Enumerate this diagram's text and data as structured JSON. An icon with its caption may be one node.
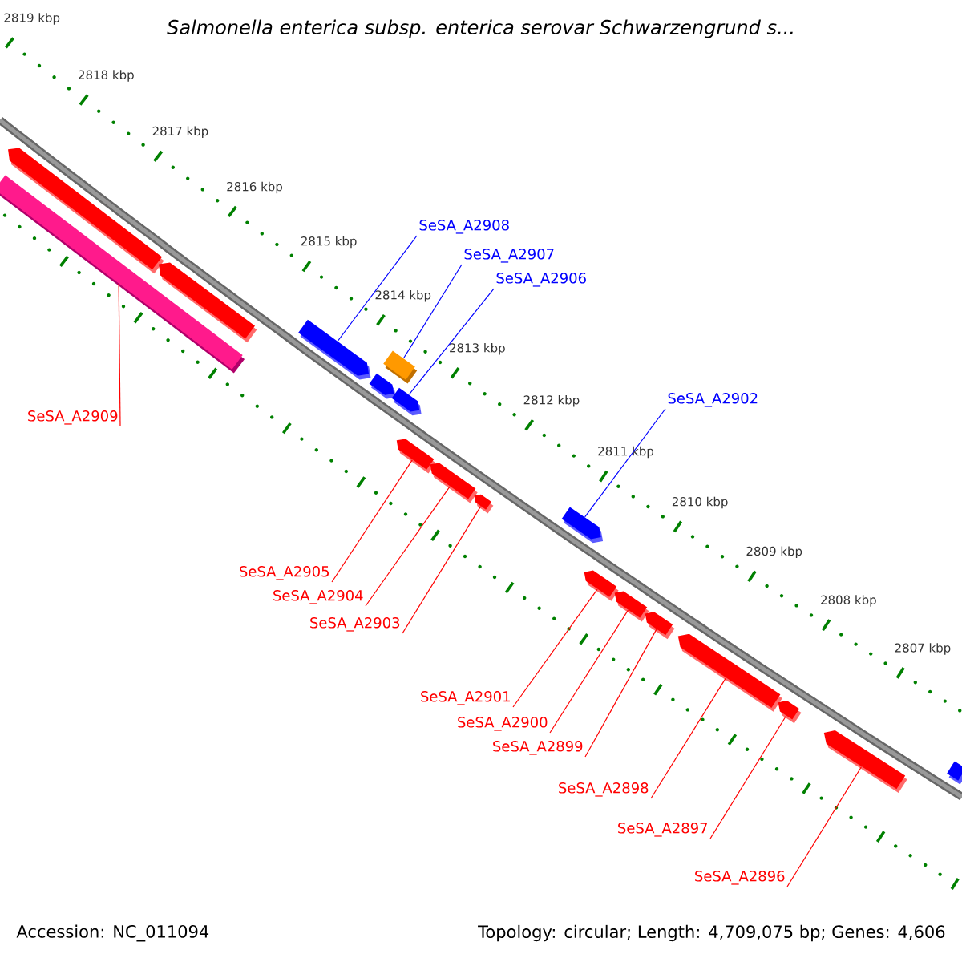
{
  "diagram": {
    "title": "Salmonella enterica subsp. enterica serovar Schwarzengrund s...",
    "nodes": [
      {
        "text": [
          "SeSA_A2908"
        ]
      },
      {
        "text": [
          "SeSA_A2907"
        ]
      },
      {
        "text": [
          "SeSA_A2906"
        ]
      },
      {
        "text": [
          "SeSA_A2902"
        ]
      },
      {
        "text": [
          "SeSA_A2909"
        ]
      },
      {
        "text": [
          "SeSA_A2905"
        ]
      },
      {
        "text": [
          "SeSA_A2904"
        ]
      },
      {
        "text": [
          "SeSA_A2903"
        ]
      },
      {
        "text": [
          "SeSA_A2901"
        ]
      },
      {
        "text": [
          "SeSA_A2900"
        ]
      },
      {
        "text": [
          "SeSA_A2899"
        ]
      },
      {
        "text": [
          "SeSA_A2898"
        ]
      },
      {
        "text": [
          "SeSA_A2897"
        ]
      },
      {
        "text": [
          "SeSA_A2896"
        ]
      },
      {
        "text": [],
        "shape": "arrow"
      },
      {
        "text": [],
        "shape": "arrow"
      },
      {
        "text": [],
        "shape": "bar"
      },
      {
        "text": [],
        "shape": "arrow"
      },
      {
        "text": [],
        "shape": "arrow"
      },
      {
        "text": [],
        "shape": "bar"
      },
      {
        "text": [],
        "shape": "arrow"
      },
      {
        "text": [],
        "shape": "arrow"
      },
      {
        "text": [],
        "shape": "arrow"
      },
      {
        "text": [],
        "shape": "arrow"
      },
      {
        "text": [],
        "shape": "arrow"
      },
      {
        "text": [],
        "shape": "arrow"
      },
      {
        "text": [],
        "shape": "arrow"
      },
      {
        "text": [],
        "shape": "arrow"
      },
      {
        "text": [],
        "shape": "arrow"
      },
      {
        "text": [],
        "shape": "arrow"
      },
      {
        "text": [],
        "shape": "arrow"
      },
      {
        "text": [],
        "shape": "bar"
      }
    ],
    "edges": [
      {
        "from": 0,
        "to": 17,
        "arrow": "none",
        "color": "#0000ff"
      },
      {
        "from": 1,
        "to": 19,
        "arrow": "none",
        "color": "#0000ff"
      },
      {
        "from": 2,
        "to": 20,
        "arrow": "none",
        "color": "#0000ff"
      },
      {
        "from": 3,
        "to": 24,
        "arrow": "none",
        "color": "#0000ff"
      },
      {
        "from": 4,
        "to": 16,
        "arrow": "none"
      },
      {
        "from": 5,
        "to": 21,
        "arrow": "none"
      },
      {
        "from": 6,
        "to": 22,
        "arrow": "none"
      },
      {
        "from": 7,
        "to": 23,
        "arrow": "none"
      },
      {
        "from": 8,
        "to": 25,
        "arrow": "none"
      },
      {
        "from": 9,
        "to": 26,
        "arrow": "none"
      },
      {
        "from": 10,
        "to": 27,
        "arrow": "none"
      },
      {
        "from": 11,
        "to": 28,
        "arrow": "none"
      },
      {
        "from": 12,
        "to": 29,
        "arrow": "none"
      },
      {
        "from": 13,
        "to": 30,
        "arrow": "none"
      }
    ],
    "labels": [
      "2819 kbp",
      "2818 kbp",
      "2817 kbp",
      "2816 kbp",
      "2815 kbp",
      "2814 kbp",
      "2813 kbp",
      "2812 kbp",
      "2811 kbp",
      "2810 kbp",
      "2809 kbp",
      "2808 kbp",
      "2807 kbp",
      "Accession: NC_011094",
      "Topology: circular; Length: 4,709,075 bp; Genes: 4,606"
    ]
  }
}
